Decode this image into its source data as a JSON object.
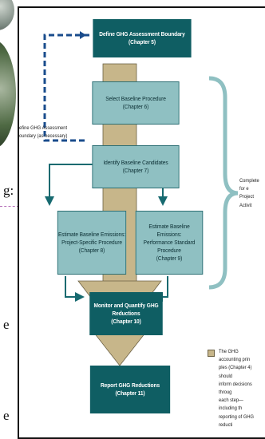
{
  "colors": {
    "dark_box": "#0f5e63",
    "light_box": "#8fc0c2",
    "principles_band": "#c7b68a",
    "arrow": "#176a70"
  },
  "left_strip": {
    "glyphs": [
      "g:",
      "e",
      "e"
    ]
  },
  "diagram": {
    "boxes": {
      "define": {
        "title": "Define GHG Assessment Boundary",
        "chapter": "(Chapter 5)"
      },
      "select": {
        "title": "Select Baseline Procedure",
        "chapter": "(Chapter 6)"
      },
      "identify": {
        "title": "Identify Baseline Candidates",
        "chapter": "(Chapter 7)"
      },
      "project_specific": {
        "title_line1": "Estimate Baseline Emissions:",
        "title_line2": "Project-Specific Procedure",
        "chapter": "(Chapter 8)"
      },
      "performance": {
        "title_line1": "Estimate Baseline Emissions:",
        "title_line2": "Performance Standard Procedure",
        "chapter": "(Chapter 9)"
      },
      "monitor": {
        "title": "Monitor and Quantify GHG Reductions",
        "chapter": "(Chapter 10)"
      },
      "report": {
        "title": "Report GHG Reductions",
        "chapter": "(Chapter 11)"
      }
    },
    "boundary_note": {
      "line1": "efine GHG Assessment",
      "line2": "oundary (as necessary)"
    },
    "brace_note": {
      "line1": "Complete for e",
      "line2": "Project Activit"
    },
    "legend": {
      "lines": [
        "The GHG accounting prin",
        "ples (Chapter 4) should",
        "inform decisions throug",
        "each step—including th",
        "reporting of GHG reducti"
      ]
    }
  }
}
